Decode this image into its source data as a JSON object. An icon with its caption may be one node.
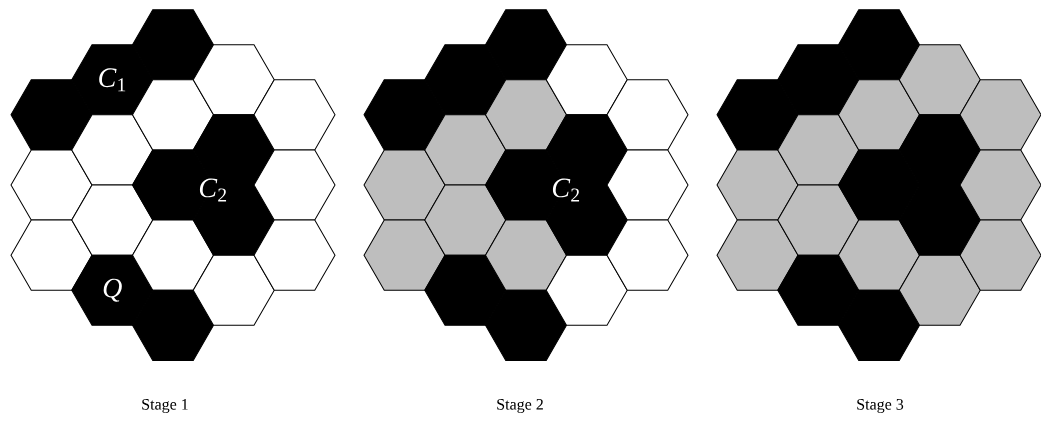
{
  "diagram": {
    "nodes": [
      {
        "text": [],
        "shape": "hexagon"
      },
      {
        "text": [],
        "shape": "hexagon"
      },
      {
        "text": [],
        "shape": "hexagon"
      },
      {
        "text": [
          "*C*$_{1}$"
        ]
      },
      {
        "text": [],
        "shape": "hexagon"
      },
      {
        "text": [],
        "shape": "hexagon"
      },
      {
        "text": [
          "*Q*"
        ]
      },
      {
        "text": [],
        "shape": "hexagon"
      },
      {
        "text": [],
        "shape": "hexagon"
      },
      {
        "text": [],
        "shape": "hexagon"
      },
      {
        "text": [],
        "shape": "hexagon"
      },
      {
        "text": [],
        "shape": "hexagon"
      },
      {
        "text": [],
        "shape": "hexagon"
      },
      {
        "text": [],
        "shape": "hexagon"
      },
      {
        "text": [],
        "shape": "hexagon"
      },
      {
        "text": [],
        "shape": "hexagon"
      },
      {
        "text": [],
        "shape": "hexagon"
      },
      {
        "text": [],
        "shape": "hexagon"
      },
      {
        "text": [],
        "shape": "hexagon"
      },
      {
        "text": [],
        "shape": "hexagon"
      },
      {
        "text": [],
        "shape": "hexagon"
      },
      {
        "text": [],
        "shape": "hexagon"
      },
      {
        "text": [],
        "shape": "hexagon"
      },
      {
        "text": [],
        "shape": "hexagon"
      },
      {
        "text": [],
        "shape": "hexagon"
      },
      {
        "text": [],
        "shape": "hexagon"
      },
      {
        "text": [],
        "shape": "hexagon"
      },
      {
        "text": [],
        "shape": "hexagon"
      },
      {
        "text": [],
        "shape": "hexagon"
      },
      {
        "text": [],
        "shape": "hexagon"
      },
      {
        "text": [],
        "shape": "hexagon"
      },
      {
        "text": [],
        "shape": "hexagon"
      },
      {
        "text": [],
        "shape": "hexagon"
      },
      {
        "text": [],
        "shape": "hexagon"
      },
      {
        "text": [],
        "shape": "hexagon"
      },
      {
        "text": [],
        "shape": "hexagon"
      },
      {
        "text": [],
        "shape": "hexagon"
      },
      {
        "text": [],
        "shape": "hexagon"
      },
      {
        "text": [],
        "shape": "hexagon"
      },
      {
        "text": [],
        "shape": "hexagon"
      },
      {
        "text": [],
        "shape": "hexagon"
      },
      {
        "text": [],
        "shape": "hexagon"
      },
      {
        "text": [],
        "shape": "hexagon"
      },
      {
        "text": [],
        "shape": "hexagon"
      },
      {
        "text": [],
        "shape": "hexagon"
      },
      {
        "text": [],
        "shape": "hexagon"
      },
      {
        "text": [],
        "shape": "hexagon"
      },
      {
        "text": [],
        "shape": "hexagon"
      },
      {
        "text": [],
        "shape": "hexagon"
      },
      {
        "text": [],
        "shape": "hexagon"
      },
      {
        "text": [],
        "shape": "hexagon"
      },
      {
        "text": [],
        "shape": "hexagon"
      },
      {
        "text": [],
        "shape": "hexagon"
      },
      {
        "text": [],
        "shape": "hexagon"
      },
      {
        "text": [],
        "shape": "hexagon"
      },
      {
        "text": [],
        "shape": "hexagon"
      },
      {
        "text": [],
        "shape": "hexagon"
      }
    ],
    "labels": [
      "*C*$_{2}$",
      "*C*$_{2}$",
      "Stage 1",
      "Stage 2",
      "Stage 3"
    ]
  }
}
